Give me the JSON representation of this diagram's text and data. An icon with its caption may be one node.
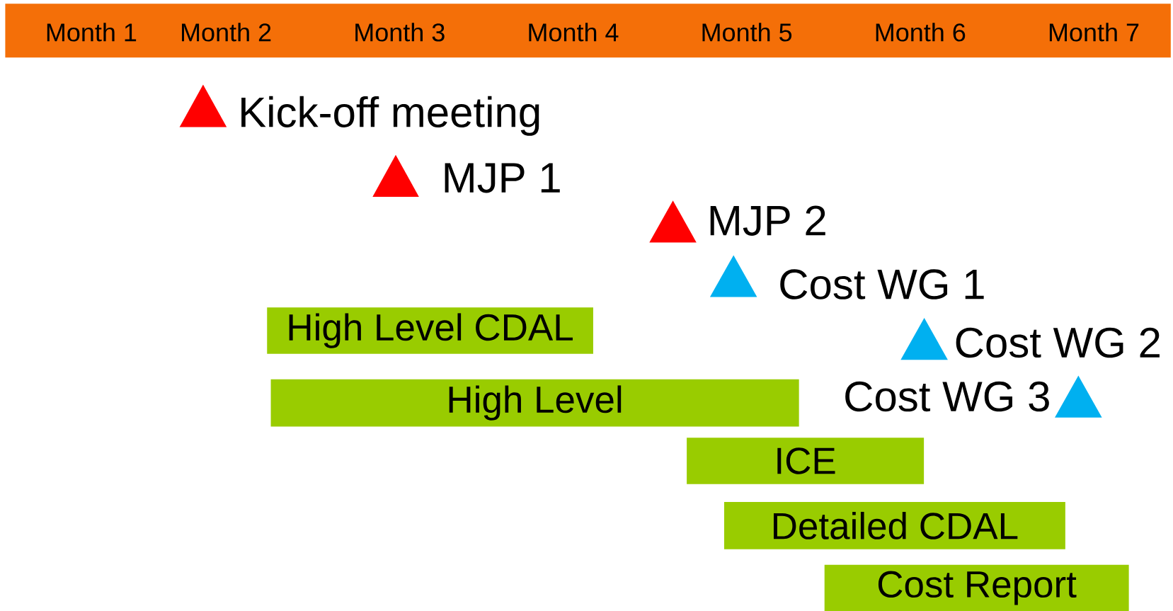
{
  "diagram": {
    "nodes": [
      {
        "text": [
          "Month 1",
          "Month 2",
          "Month 3",
          "Month 4",
          "Month 5",
          "Month 6",
          "Month 7"
        ]
      },
      {
        "text": [
          "High Level CDAL"
        ]
      },
      {
        "text": [
          "High Level"
        ]
      },
      {
        "text": [
          "ICE"
        ]
      },
      {
        "text": [
          "Detailed CDAL"
        ]
      },
      {
        "text": [
          "Cost Report"
        ]
      }
    ],
    "labels": [
      "Kick-off meeting",
      "MJP 1",
      "MJP 2",
      "Cost WG 1",
      "Cost WG 2",
      "Cost WG 3"
    ]
  }
}
